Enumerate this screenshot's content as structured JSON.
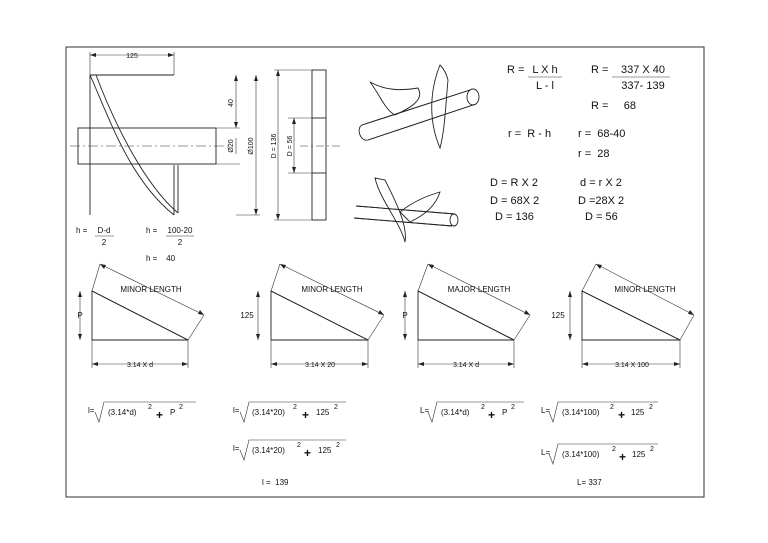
{
  "dims": {
    "top_125": "125",
    "dim_40": "40",
    "dim_phi20": "Ø20",
    "dim_phi100": "Ø100",
    "dim_D136": "D = 136",
    "dim_D56": "D = 56"
  },
  "h_formula": {
    "h_eq": "h =",
    "num1": "D-d",
    "den1": "2",
    "h_eq2": "h =",
    "num2": "100-20",
    "den2": "2",
    "result": "h =    40"
  },
  "R_calc": {
    "r_lhs": "R =",
    "r_num": "L X h",
    "r_den": "L - l",
    "r2_lhs": "R =",
    "r2_num": "337 X 40",
    "r2_den": "337- 139",
    "r_result": "R =     68",
    "small_r_formula": "r =  R - h",
    "small_r_sub": "r =  68-40",
    "small_r_result": "r =  28",
    "D1": "D = R X 2",
    "D2": "D = 68X 2",
    "D3": "D = 136",
    "d1": "d = r X 2",
    "d2": "D =28X 2",
    "d3": "D = 56"
  },
  "triangles": [
    {
      "hyp": "MINOR LENGTH",
      "side": "P",
      "base": "3.14 X d"
    },
    {
      "hyp": "MINOR LENGTH",
      "side": "125",
      "base": "3.14 X 20"
    },
    {
      "hyp": "MAJOR LENGTH",
      "side": "P",
      "base": "3.14 X d"
    },
    {
      "hyp": "MINOR LENGTH",
      "side": "125",
      "base": "3.14 X 100"
    }
  ],
  "formulas": {
    "f1_lhs": "l=",
    "f1_body": "(3.14*d)",
    "f1_rest": "P",
    "f2_lhs": "l=",
    "f2_body": "(3.14*20)",
    "f2_rest": "125",
    "f3_lhs": "l=",
    "f3_body": "(3.14*20)",
    "f3_rest": "125",
    "f3_result": "l =  139",
    "f4_lhs": "L=",
    "f4_body": "(3.14*d)",
    "f4_rest": "P",
    "f5_lhs": "L=",
    "f5_body": "(3.14*100)",
    "f5_rest": "125",
    "f6_lhs": "L=",
    "f6_body": "(3.14*100)",
    "f6_rest": "125",
    "f6_result": "L= 337",
    "sq": "2",
    "plus": "+"
  }
}
